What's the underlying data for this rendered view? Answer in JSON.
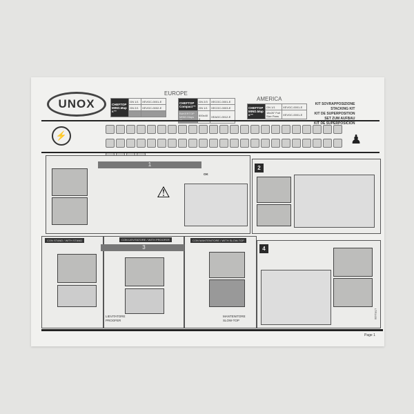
{
  "logo": "UNOX",
  "europe": {
    "region": "EUROPE",
    "mind": {
      "name": "CHEFTOP MIND.Maps™",
      "rows": [
        [
          "GN 1/1",
          "XEVGC-0001-E"
        ],
        [
          "GN 2/1",
          "XEVGC-0002-E"
        ]
      ]
    },
    "compact": {
      "name": "CHEFTOP Compact™",
      "name2": "BAKERTOP MIND.Maps™",
      "rows": [
        [
          "GN 2/3",
          "XECGC-0001-E"
        ],
        [
          "GN 1/1",
          "XECGC-0003-E"
        ],
        [
          "600x400",
          "XEAGC-0012-E"
        ]
      ]
    }
  },
  "america": {
    "region": "AMERICA",
    "name": "CHEFTOP MIND.Maps™",
    "rows": [
      [
        "GN 1/1",
        "XEVGC-0001-E"
      ],
      [
        "18x26\" Full Size Pans",
        "XEVGC-0001-E"
      ]
    ]
  },
  "kit_titles": [
    "KIT SOVRAPPOSIZIONE",
    "STACKING KIT",
    "KIT DE SUPERPOSITION",
    "SET ZUM AUFBAU",
    "KIT DE SUPERPOSICIÓN"
  ],
  "steps": {
    "s1": "1",
    "s2": "2",
    "s3": "3",
    "s4": "4"
  },
  "labels": {
    "stand": "CON STAND / WITH STAND",
    "proofer": "CON LIEVITATORE / WITH PROOFER",
    "slowtop": "CON MANTENITORE / WITH SLOW-TOP",
    "proofer_caption": [
      "LIEVITATORE",
      "PROOFER"
    ],
    "slowtop_caption": [
      "MANTENITORE",
      "SLOW-TOP"
    ],
    "ok": "OK"
  },
  "doc_code": "LTR1430",
  "page": "Page 1"
}
